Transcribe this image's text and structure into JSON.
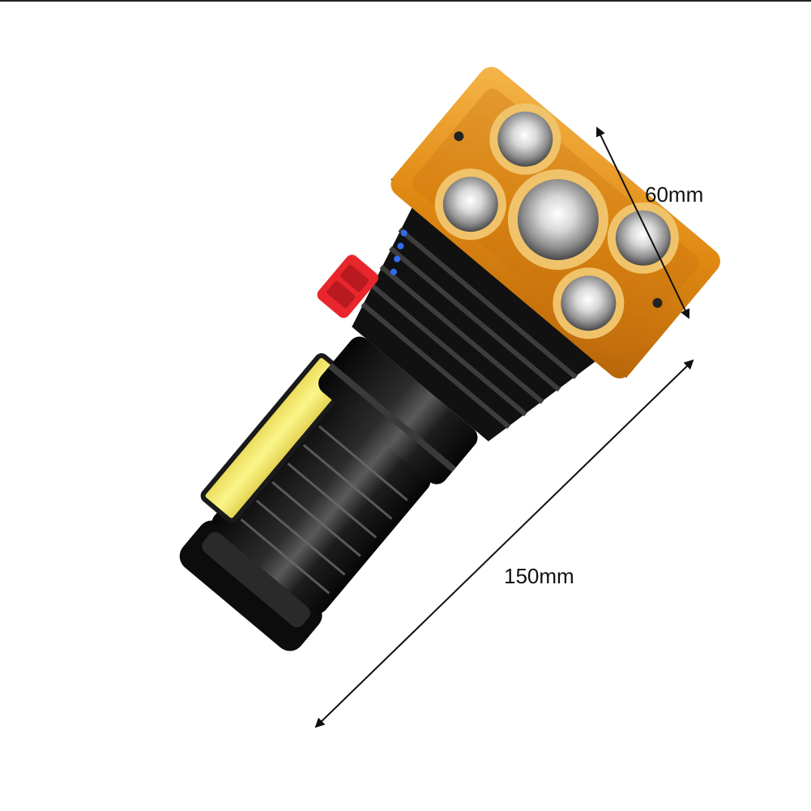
{
  "dimensions": {
    "width_label": "60mm",
    "length_label": "150mm"
  },
  "product": {
    "led_count": 5,
    "battery_indicator_dots": 4,
    "colors": {
      "body": "#141414",
      "head_accent": "#e8931c",
      "switch": "#e8262b",
      "cob_panel": "#f6ef6a",
      "indicator": "#2f6df0"
    }
  }
}
